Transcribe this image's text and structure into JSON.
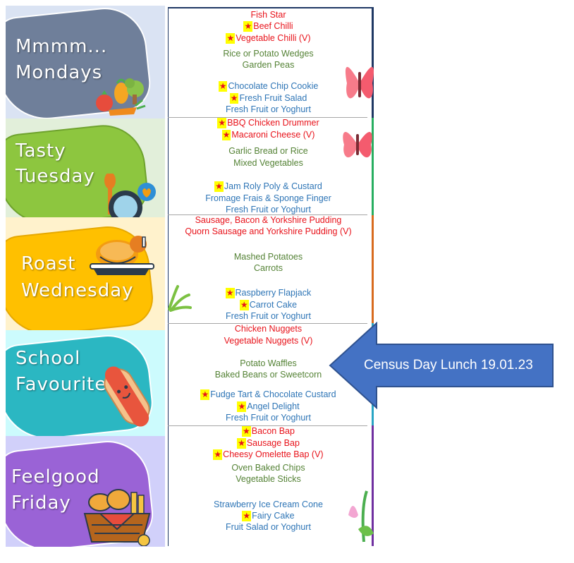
{
  "days": {
    "monday": {
      "line1": "Mmmm...",
      "line2": "Mondays"
    },
    "tuesday": {
      "line1": "Tasty",
      "line2": "Tuesday"
    },
    "wednesday": {
      "line1": "Roast",
      "line2": "Wednesday"
    },
    "thursday": {
      "line1": "School",
      "line2": "Favourites"
    },
    "friday": {
      "line1": "Feelgood",
      "line2": "Friday"
    }
  },
  "menu": {
    "monday": {
      "main_1": "Fish Star",
      "main_2": "Beef Chilli",
      "main_3": "Vegetable Chilli (V)",
      "side_1": "Rice or Potato Wedges",
      "side_2": "Garden Peas",
      "dessert_1": "Chocolate Chip Cookie",
      "dessert_2": "Fresh Fruit Salad",
      "dessert_3": "Fresh Fruit or Yoghurt"
    },
    "tuesday": {
      "main_1": "BBQ Chicken Drummer",
      "main_2": "Macaroni Cheese (V)",
      "side_1": "Garlic Bread or Rice",
      "side_2": "Mixed Vegetables",
      "dessert_1": "Jam Roly Poly & Custard",
      "dessert_2": "Fromage Frais & Sponge Finger",
      "dessert_3": "Fresh Fruit or Yoghurt"
    },
    "wednesday": {
      "main_1": "Sausage, Bacon & Yorkshire Pudding",
      "main_2": "Quorn Sausage and Yorkshire Pudding (V)",
      "side_1": "Mashed Potatoes",
      "side_2": "Carrots",
      "dessert_1": "Raspberry Flapjack",
      "dessert_2": "Carrot Cake",
      "dessert_3": "Fresh Fruit or Yoghurt"
    },
    "thursday": {
      "main_1": "Chicken Nuggets",
      "main_2": "Vegetable Nuggets (V)",
      "side_1": "Potato Waffles",
      "side_2": "Baked Beans or Sweetcorn",
      "dessert_1": "Fudge Tart & Chocolate Custard",
      "dessert_2": "Angel Delight",
      "dessert_3": "Fresh Fruit or Yoghurt"
    },
    "friday": {
      "main_1": "Bacon Bap",
      "main_2": "Sausage Bap",
      "main_3": "Cheesy Omelette Bap (V)",
      "side_1": "Oven Baked Chips",
      "side_2": "Vegetable Sticks",
      "dessert_1": "Strawberry Ice Cream Cone",
      "dessert_2": "Fairy Cake",
      "dessert_3": "Fruit Salad or Yoghurt"
    }
  },
  "star_glyph": "★",
  "callout": {
    "label": "Census Day Lunch 19.01.23"
  },
  "colors": {
    "main_course": "#e8131b",
    "side": "#548235",
    "dessert": "#2e75b6",
    "star_highlight": "#ffff00",
    "callout_arrow": "#4472c4"
  },
  "icons": [
    "vegetables-icon",
    "plate-spoon-heart-icon",
    "roast-chicken-icon",
    "hot-dog-icon",
    "picnic-basket-icon",
    "butterfly-icon",
    "flower-icon",
    "leaves-icon"
  ]
}
